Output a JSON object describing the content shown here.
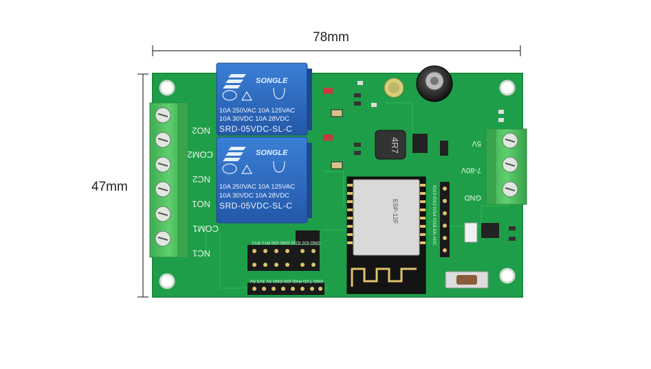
{
  "dimensions": {
    "width_label": "78mm",
    "height_label": "47mm"
  },
  "board": {
    "pcb_color": "#1fa04a",
    "relay_color": "#2f6fc4",
    "terminal_color": "#4cc25e",
    "left_terminal_labels": [
      "NO2",
      "COM2",
      "NC2",
      "NO1",
      "COM1",
      "NC1"
    ],
    "right_terminal_labels": [
      "5V",
      "7-80V",
      "GND"
    ],
    "relays": [
      {
        "brand": "SONGLE",
        "rating_line1": "10A 250VAC  10A 125VAC",
        "rating_line2": "10A  30VDC  10A  28VDC",
        "model": "SRD-05VDC-SL-C"
      },
      {
        "brand": "SONGLE",
        "rating_line1": "10A 250VAC  10A 125VAC",
        "rating_line2": "10A  30VDC  10A  28VDC",
        "model": "SRD-05VDC-SL-C"
      }
    ],
    "inductor_label": "4R7",
    "module_label": "ESP-12F",
    "header_top_labels": "GND IO2 IO15 GND  IO0 RY1 RY2",
    "header_bottom_labels": "GND TXD RXD IO0 GND 5V 3V3 5V",
    "side_header_labels": "IO13 IO12 IO14 IO16 EN ADC"
  }
}
